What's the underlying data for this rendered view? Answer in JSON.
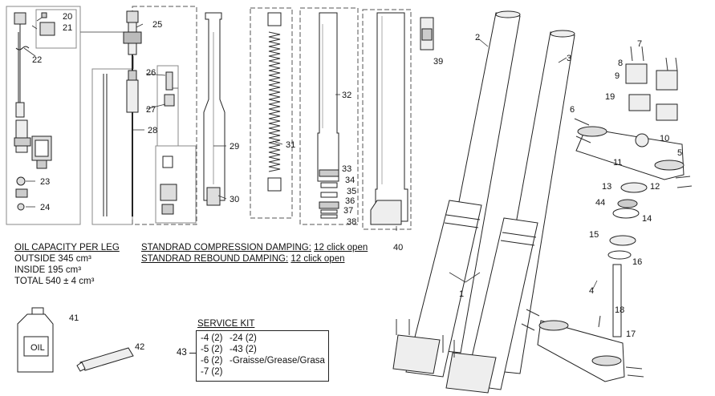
{
  "oil": {
    "heading": "OIL CAPACITY PER LEG",
    "outside": "OUTSIDE 345 cm³",
    "inside": "INSIDE 195 cm³",
    "total": "TOTAL 540 ± 4 cm³"
  },
  "damping": {
    "compression_label": "STANDRAD COMPRESSION DAMPING:",
    "compression_value": "12 click open",
    "rebound_label": "STANDRAD REBOUND DAMPING:",
    "rebound_value": "12 click open"
  },
  "service_kit": {
    "title": "SERVICE KIT",
    "ref": "43",
    "left": [
      "-4 (2)",
      "-5 (2)",
      "-6 (2)",
      "-7 (2)"
    ],
    "right": [
      "-24 (2)",
      "-43 (2)",
      "-Graisse/Grease/Grasa"
    ]
  },
  "oil_bottle_label": "OIL",
  "callouts": [
    "1",
    "2",
    "3",
    "4",
    "5",
    "6",
    "7",
    "8",
    "9",
    "10",
    "11",
    "12",
    "13",
    "14",
    "15",
    "16",
    "17",
    "18",
    "19",
    "20",
    "21",
    "22",
    "23",
    "24",
    "25",
    "26",
    "27",
    "28",
    "29",
    "30",
    "31",
    "32",
    "33",
    "34",
    "35",
    "36",
    "37",
    "38",
    "39",
    "40",
    "41",
    "42",
    "44"
  ],
  "colors": {
    "line": "#222222",
    "panel": "#aaaaaa",
    "fill": "#ffffff",
    "shade": "#d8d8d8"
  }
}
